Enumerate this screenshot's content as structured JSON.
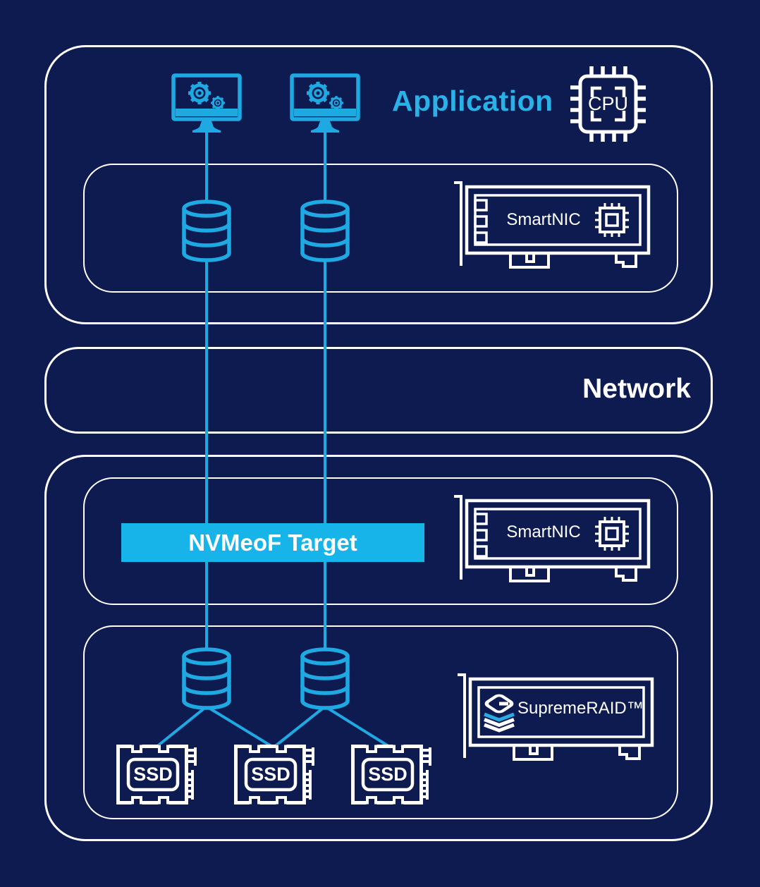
{
  "colors": {
    "background": "#0d1b51",
    "box_outline": "#ffffff",
    "icon_cyan": "#1fa9e2",
    "bar_cyan": "#17b4ea",
    "title_cyan": "#29b2e8",
    "text_white": "#ffffff",
    "logo_cyan": "#29abe2"
  },
  "application_host": {
    "title": "Application",
    "cpu_icon_label": "CPU",
    "icons": [
      "app-monitor-icon",
      "app-monitor-icon",
      "cpu-chip-icon",
      "database-icon",
      "database-icon"
    ],
    "nic_card": {
      "label": "SmartNIC",
      "icons": [
        "pcie-card-icon",
        "chip-icon"
      ]
    }
  },
  "network": {
    "title": "Network"
  },
  "target_host": {
    "nvmeof_target": {
      "label": "NVMeoF Target"
    },
    "nic_card": {
      "label": "SmartNIC",
      "icons": [
        "pcie-card-icon",
        "chip-icon"
      ]
    },
    "storage": {
      "icons": [
        "database-icon",
        "database-icon"
      ],
      "raid_card": {
        "label": "SupremeRAID™",
        "icons": [
          "pcie-card-icon",
          "graid-logo-icon"
        ]
      },
      "ssds": [
        {
          "label": "SSD"
        },
        {
          "label": "SSD"
        },
        {
          "label": "SSD"
        }
      ]
    }
  }
}
